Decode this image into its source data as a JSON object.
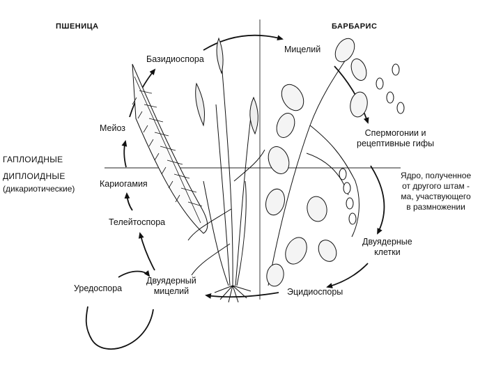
{
  "headers": {
    "wheat": "ПШЕНИЦА",
    "barberry": "БАРБАРИС",
    "haploid": "ГАПЛОИДНЫЕ",
    "diploid": "ДИПЛОИДНЫЕ",
    "dikaryotic": "(дикариотические)"
  },
  "stages": {
    "basidiospore": "Базидиоспора",
    "mycelium": "Мицелий",
    "meiosis": "Мейоз",
    "spermogonia": [
      "Спермогонии и",
      "рецептивные гифы"
    ],
    "nucleus_note": [
      "Ядро, полученное",
      "от другого штам -",
      "ма, участвующего",
      "в размножении"
    ],
    "karyogamy": "Кариогамия",
    "teliospore": "Телейтоспора",
    "binucleate_cells": [
      "Двуядерные",
      "клетки"
    ],
    "aeciospores": "Эцидиоспоры",
    "binucleate_mycelium": [
      "Двуядерный",
      "мицелий"
    ],
    "urediospore": "Уредоспора"
  },
  "colors": {
    "ink": "#111111",
    "background": "#ffffff"
  }
}
